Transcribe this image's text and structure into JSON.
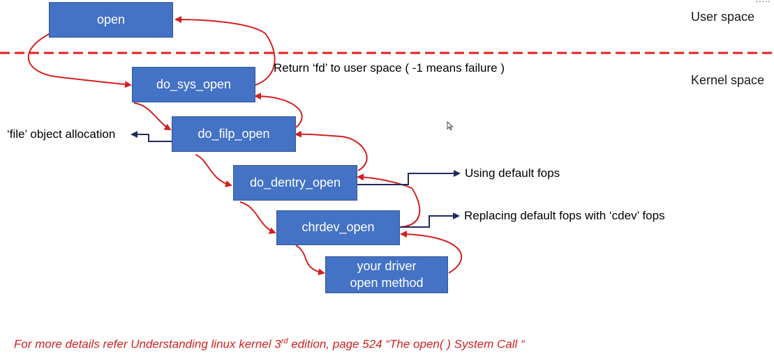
{
  "regions": {
    "user_space": "User space",
    "kernel_space": "Kernel space"
  },
  "boxes": {
    "open": "open",
    "do_sys_open": "do_sys_open",
    "do_filp_open": "do_filp_open",
    "do_dentry_open": "do_dentry_open",
    "chrdev_open": "chrdev_open",
    "driver_open": "your driver open method"
  },
  "annotations": {
    "return_fd": "Return ‘fd’ to user space ( -1 means failure )",
    "file_object": "‘file’ object allocation",
    "default_fops": "Using default fops",
    "replacing_fops": "Replacing default fops with ‘cdev’ fops"
  },
  "footer": {
    "prefix": "For more details refer Understanding linux kernel 3",
    "superscript": "rd",
    "suffix": " edition, page 524 “The open( ) System Call “"
  },
  "top_right_ellipsis": "…..",
  "colors": {
    "box_fill": "#4472c4",
    "flow_arrow": "#d32020",
    "divider": "#e02020",
    "annotation_arrow": "#1f2a5a",
    "footer_text": "#d32020"
  }
}
